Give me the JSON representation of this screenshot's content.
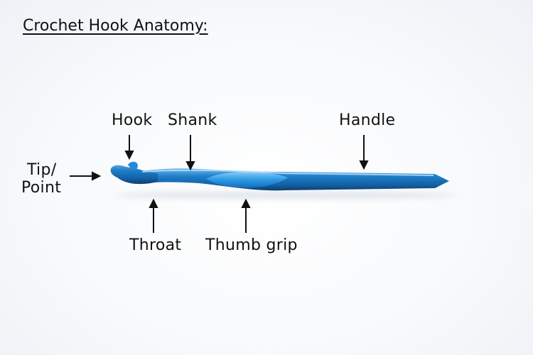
{
  "title": "Crochet Hook Anatomy:",
  "labels": {
    "hook": "Hook",
    "shank": "Shank",
    "handle": "Handle",
    "tip_line1": "Tip/",
    "tip_line2": "Point",
    "throat": "Throat",
    "thumb_grip": "Thumb grip"
  },
  "colors": {
    "hook_blue": "#1e7fc9",
    "hook_dark": "#0d4f8c",
    "hook_light": "#7fc3f2",
    "grip_blue": "#2a9be6",
    "ink": "#111111"
  }
}
